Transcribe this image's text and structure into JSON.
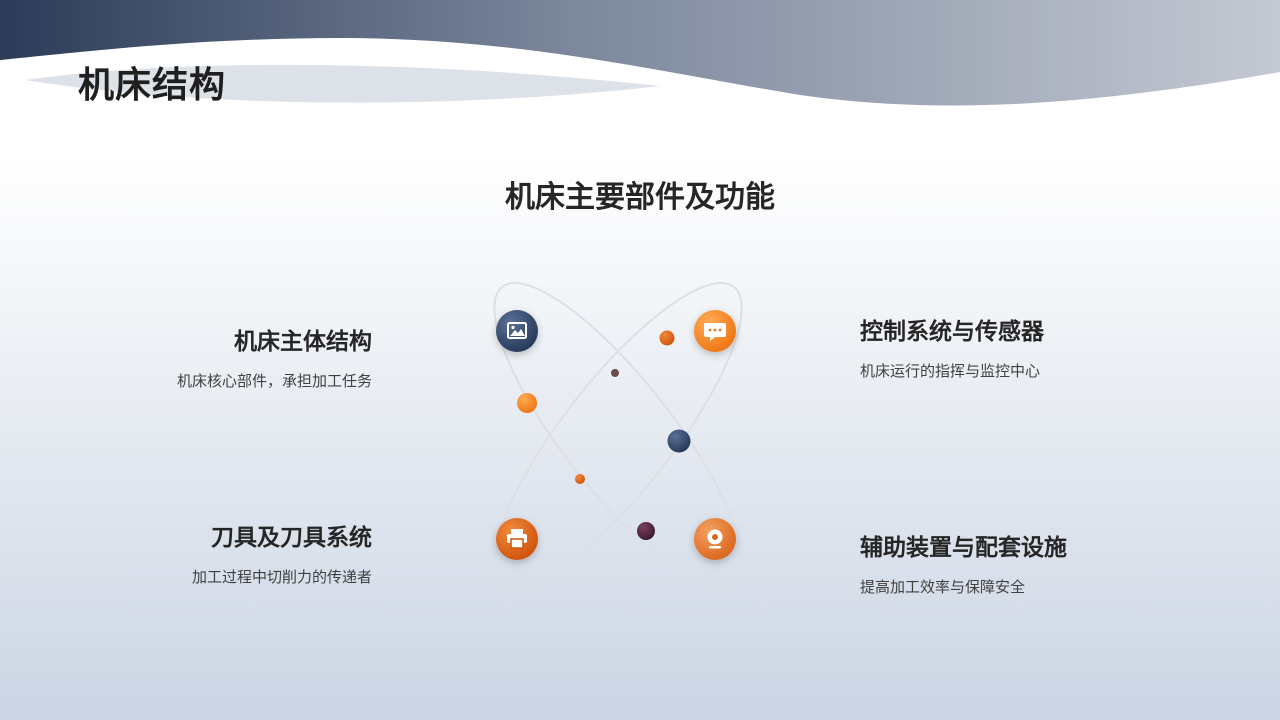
{
  "slide": {
    "title": "机床结构",
    "heading": "机床主要部件及功能"
  },
  "items": {
    "top_left": {
      "title": "机床主体结构",
      "desc": "机床核心部件，承担加工任务",
      "icon": "image-icon"
    },
    "bottom_left": {
      "title": "刀具及刀具系统",
      "desc": "加工过程中切削力的传递者",
      "icon": "printer-icon"
    },
    "top_right": {
      "title": "控制系统与传感器",
      "desc": "机床运行的指挥与监控中心",
      "icon": "chat-bubble-icon"
    },
    "bottom_right": {
      "title": "辅助装置与配套设施",
      "desc": "提高加工效率与保障安全",
      "icon": "webcam-icon"
    }
  },
  "colors": {
    "navy": "#2e4264",
    "orange": "#f08020",
    "dark_orange": "#d65a10",
    "plum": "#4a2238",
    "title_text": "#1f1f1f"
  }
}
